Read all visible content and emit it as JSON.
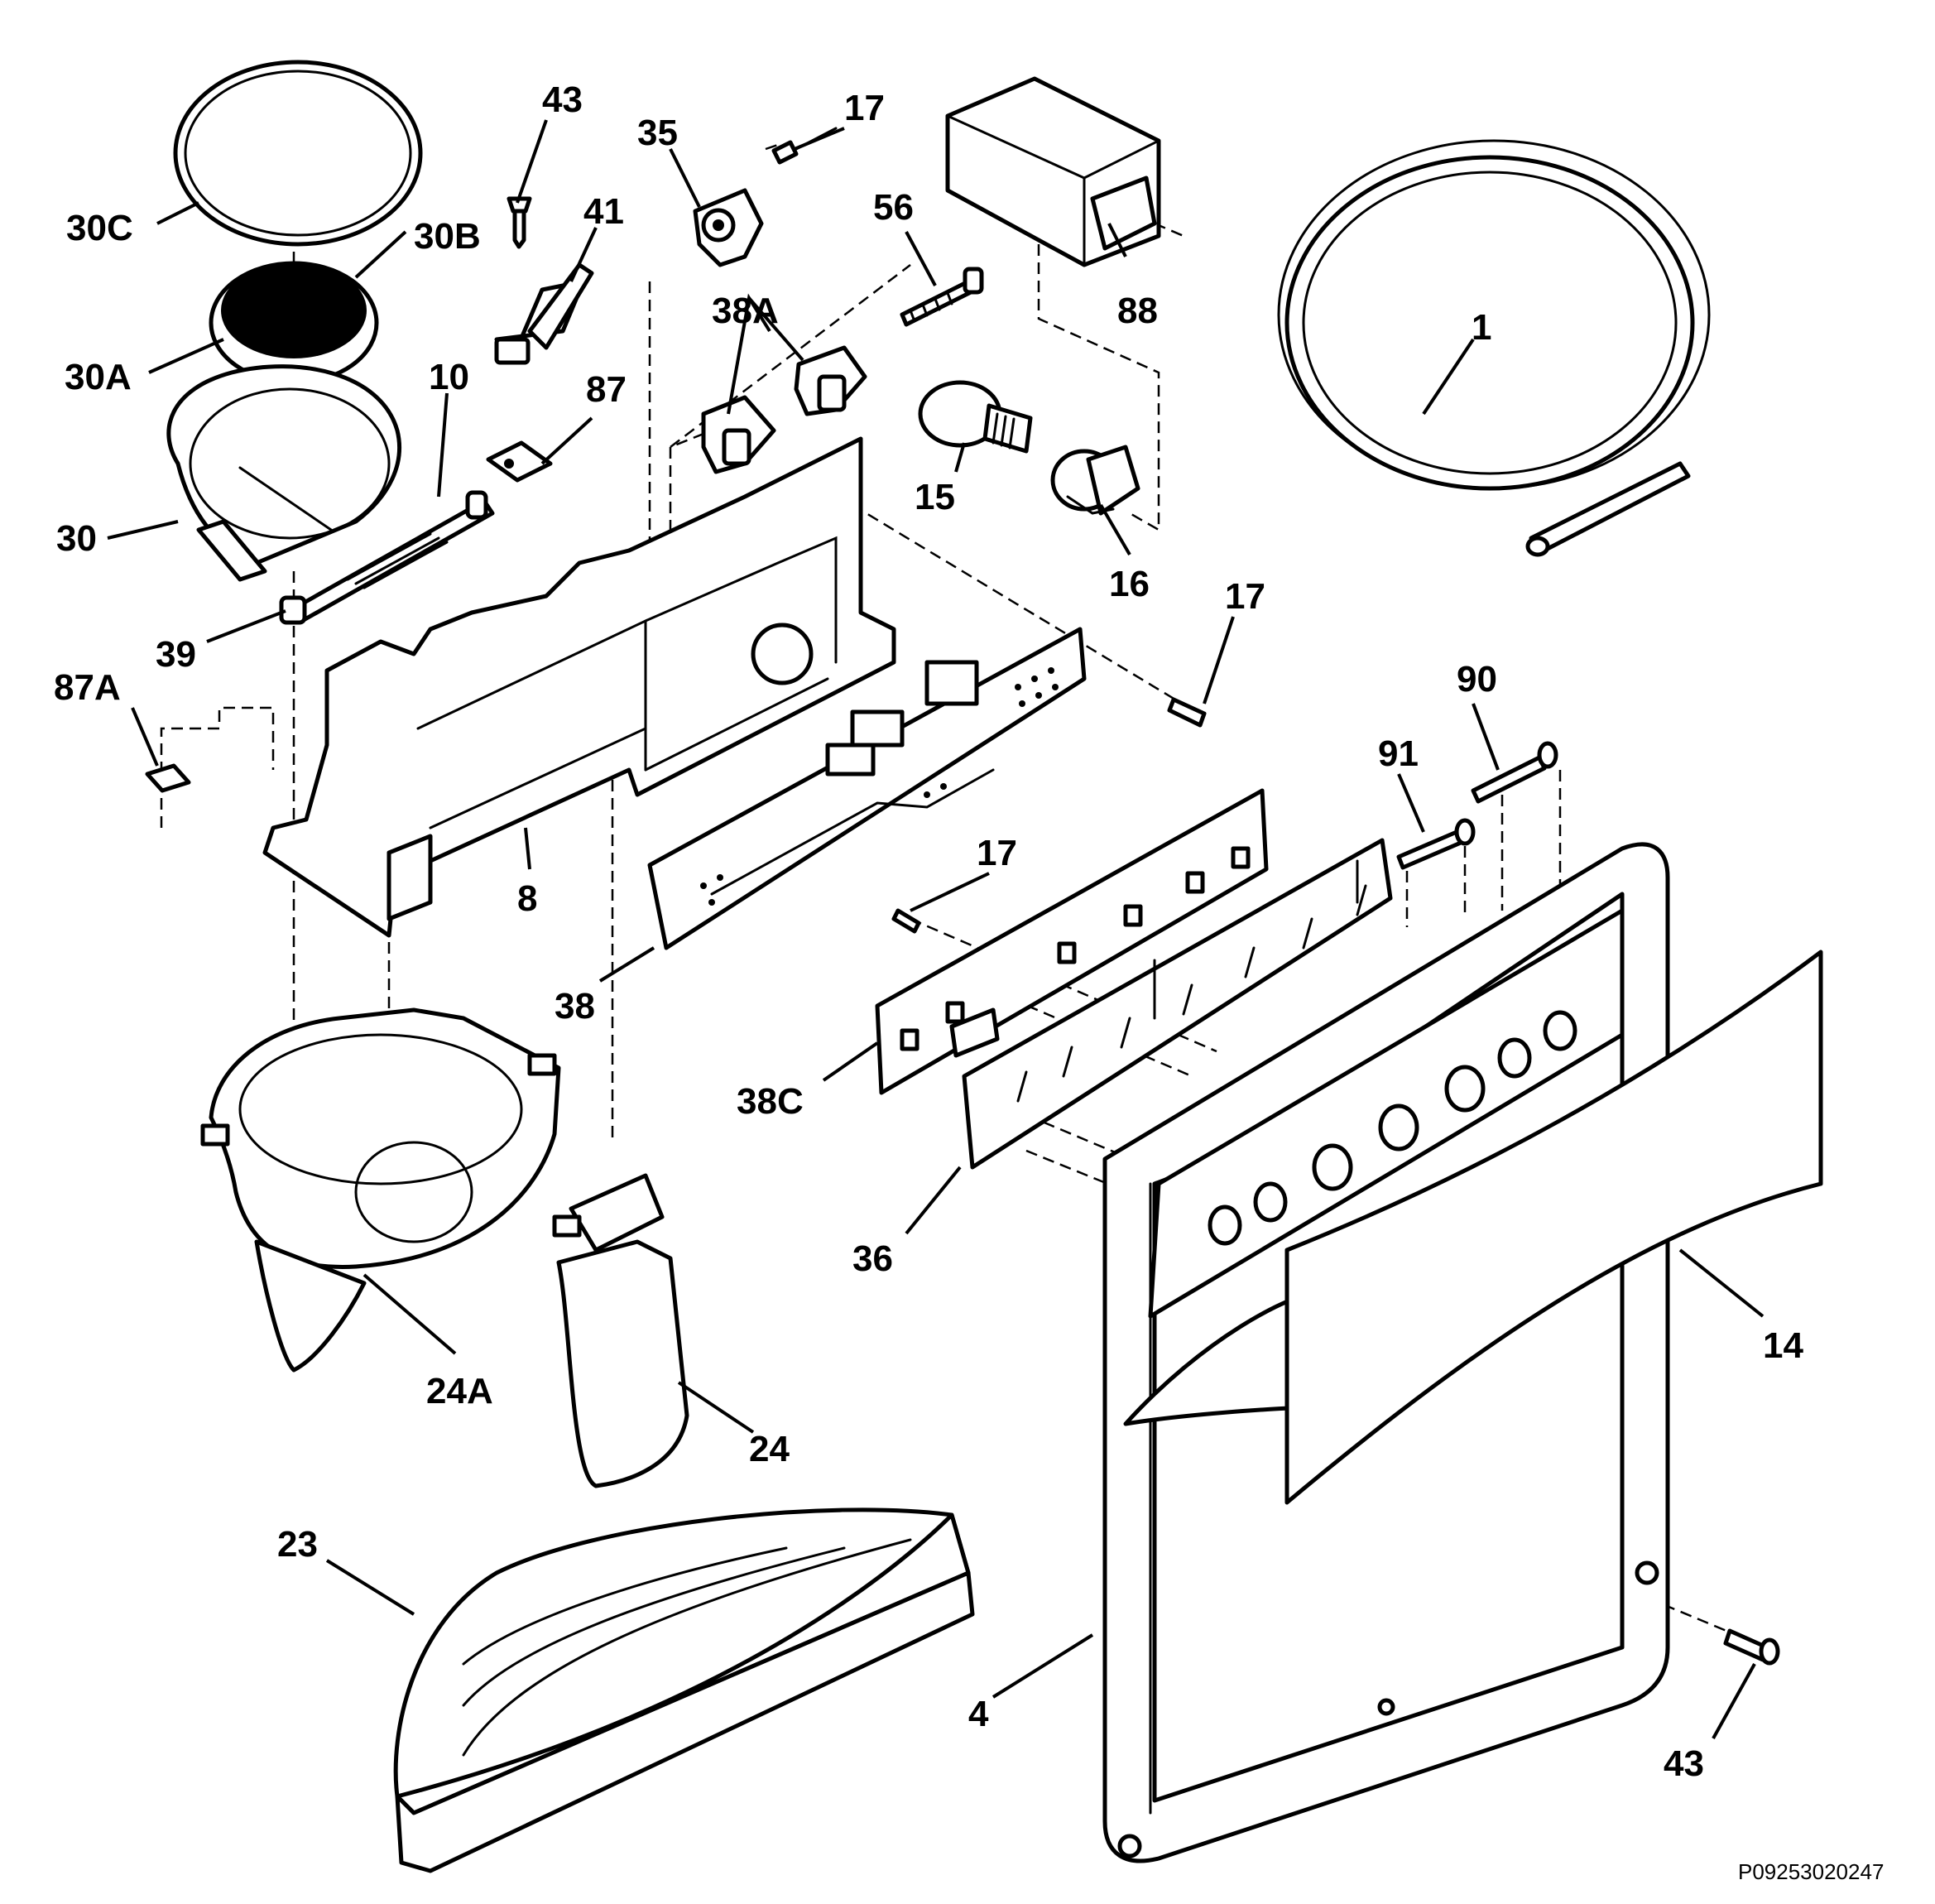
{
  "diagram": {
    "reference_code": "P09253020247",
    "labels": [
      "30C",
      "30B",
      "30A",
      "30",
      "10",
      "39",
      "43",
      "41",
      "87",
      "87A",
      "35",
      "17",
      "38A",
      "56",
      "88",
      "15",
      "16",
      "1",
      "17",
      "8",
      "38",
      "17",
      "38C",
      "36",
      "91",
      "90",
      "24A",
      "24",
      "23",
      "4",
      "14",
      "43"
    ]
  }
}
